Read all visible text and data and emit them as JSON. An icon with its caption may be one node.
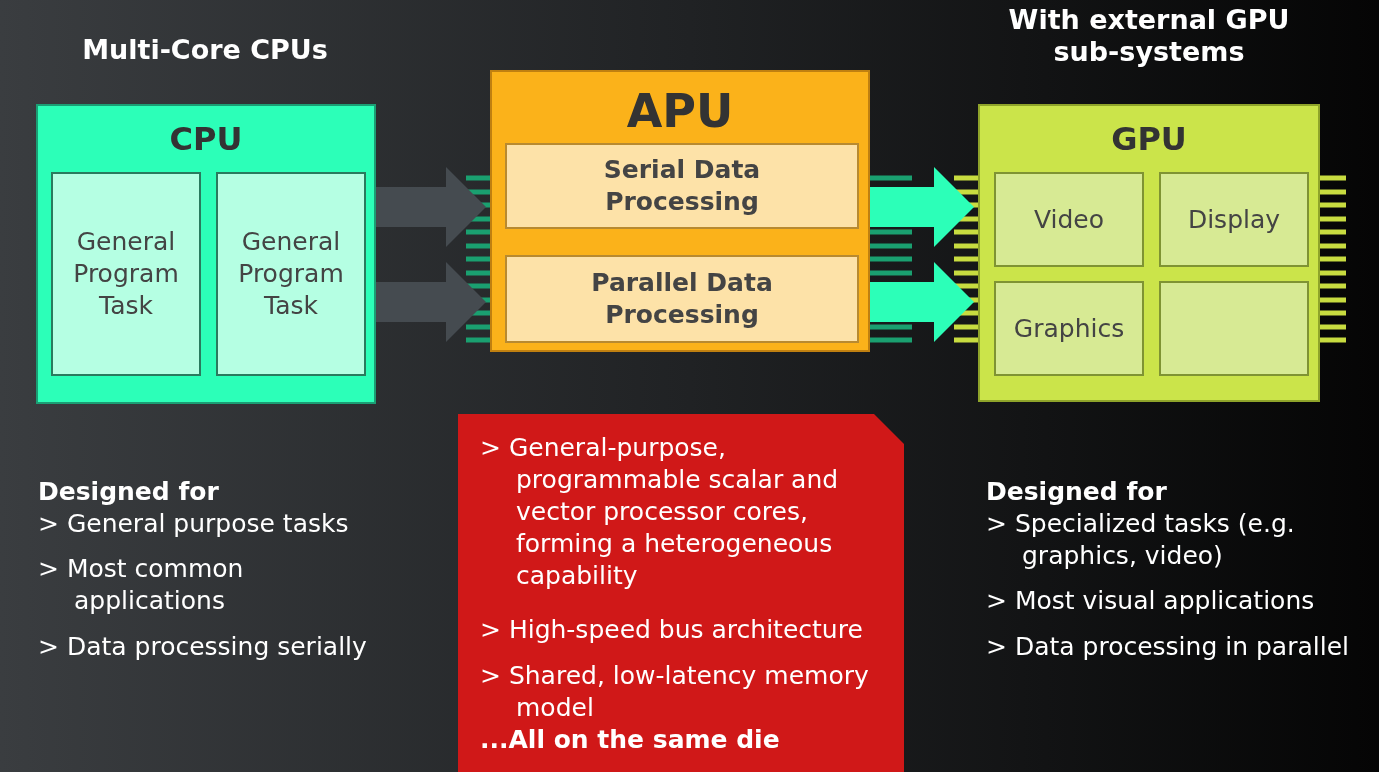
{
  "diagram": {
    "nodes": [
      {
        "text": [
          "CPU"
        ],
        "beside": [
          "Multi-Core CPUs"
        ]
      },
      {
        "text": [
          "General Program Task"
        ],
        "in": 0
      },
      {
        "text": [
          "General Program Task"
        ],
        "in": 0
      },
      {
        "text": [
          "APU"
        ]
      },
      {
        "text": [
          "Serial Data Processing"
        ],
        "in": 3
      },
      {
        "text": [
          "Parallel Data Processing"
        ],
        "in": 3
      },
      {
        "text": [
          "GPU"
        ],
        "beside": [
          "With external GPU sub-systems"
        ]
      },
      {
        "text": [
          "Video"
        ],
        "in": 6
      },
      {
        "text": [
          "Display"
        ],
        "in": 6
      },
      {
        "text": [
          "Graphics"
        ],
        "in": 6
      },
      {
        "text": [],
        "shape": "box",
        "in": 6
      },
      {
        "text": [
          "> General-purpose, programmable scalar and vector processor cores, forming a heterogeneous capability",
          "> High-speed bus architecture",
          "> Shared, low-latency memory model",
          "...All on the same die"
        ]
      }
    ],
    "edges": [
      {
        "from": 0,
        "to": 3,
        "arrow": "to",
        "color": "#454b50"
      },
      {
        "from": 0,
        "to": 3,
        "arrow": "to",
        "color": "#454b50"
      },
      {
        "from": 3,
        "to": 6,
        "arrow": "to",
        "color": "#2cffb8"
      },
      {
        "from": 3,
        "to": 6,
        "arrow": "to",
        "color": "#2cffb8"
      }
    ],
    "labels": [
      "Designed for",
      "> General purpose tasks",
      "> Most common applications",
      "> Data processing serially",
      "Designed for",
      "> Specialized tasks (e.g. graphics, video)",
      "> Most visual applications",
      "> Data processing in parallel"
    ]
  }
}
